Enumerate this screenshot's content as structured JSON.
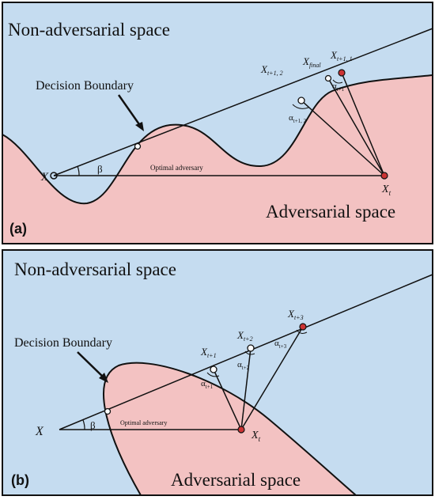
{
  "panel_a": {
    "panel_label": "(a)",
    "non_adv_label": "Non-adversarial space",
    "adv_label": "Adversarial space",
    "boundary_label": "Decision Boundary",
    "optimal_label": "Optimal adversary",
    "x_label": "X",
    "xt_label": "X",
    "xt_sub": "t",
    "beta_label": "β",
    "point_labels": [
      "X",
      "X",
      "X"
    ],
    "point_subs": [
      "t+1, 2",
      "final",
      "t+1, 1"
    ],
    "alpha_labels": [
      "α",
      "α"
    ],
    "alpha_subs": [
      "t+1, 2",
      "t+1"
    ],
    "colors": {
      "blue": "#c5dcf0",
      "pink": "#f3c2c2",
      "border": "#111111",
      "point": "#cc3333"
    }
  },
  "panel_b": {
    "panel_label": "(b)",
    "non_adv_label": "Non-adversarial space",
    "adv_label": "Adversarial space",
    "boundary_label": "Decision Boundary",
    "optimal_label": "Optimal adversary",
    "x_label": "X",
    "xt_label": "X",
    "xt_sub": "t",
    "beta_label": "β",
    "point_labels": [
      "X",
      "X",
      "X"
    ],
    "point_subs": [
      "t+1",
      "t+2",
      "t+3"
    ],
    "alpha_labels": [
      "α",
      "α",
      "α"
    ],
    "alpha_subs": [
      "t+1",
      "t+2",
      "t+3"
    ]
  }
}
